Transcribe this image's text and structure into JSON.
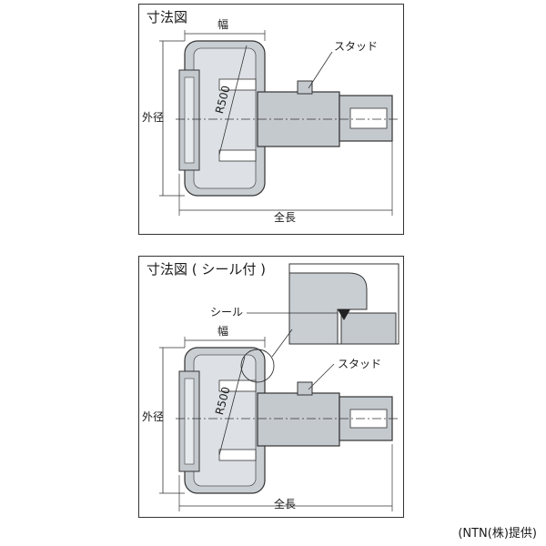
{
  "top": {
    "title": "寸法図",
    "width_label": "幅",
    "stud_label": "スタッド",
    "outer_diameter_label": "外径",
    "radius_label": "R500",
    "overall_length_label": "全長"
  },
  "bottom": {
    "title": "寸法図 ( シール付 )",
    "seal_label": "シール",
    "width_label": "幅",
    "stud_label": "スタッド",
    "outer_diameter_label": "外径",
    "radius_label": "R500",
    "overall_length_label": "全長"
  },
  "credit": "(NTN(株)提供)",
  "colors": {
    "outer_ring": "#c9ced3",
    "outer_ring_face": "#dde1e5",
    "stud": "#b9bfc5",
    "line": "#333333"
  }
}
